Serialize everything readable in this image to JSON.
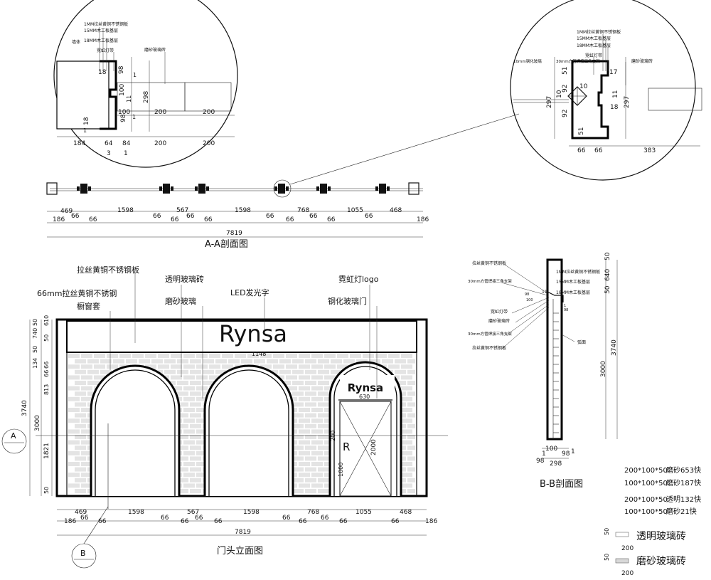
{
  "titles": {
    "aa_section": "A-A剖面图",
    "elevation": "门头立面图",
    "bb_section": "B-B剖面图"
  },
  "detail_left": {
    "labels": [
      "1MM拉丝黄铜不锈钢板",
      "15MM木工板基层",
      "18MM木工板基层",
      "墙体",
      "霓虹灯带",
      "磨砂玻璃砖"
    ],
    "dims_vertical": [
      "18",
      "98",
      "1",
      "100",
      "11",
      "298",
      "100",
      "98",
      "1",
      "18",
      "1"
    ],
    "dims_horizontal_top": [
      "200",
      "200"
    ],
    "dims_horizontal_bottom": [
      "184",
      "64",
      "84",
      "200",
      "200",
      "3",
      "1"
    ]
  },
  "detail_right": {
    "labels": [
      "1MM拉丝黄铜不锈钢板",
      "15MM木工板基层",
      "18MM木工板基层",
      "霓虹灯带",
      "10mm钢化玻璃",
      "30mm方管焊接三角支架",
      "磨砂玻璃砖"
    ],
    "dims_vertical": [
      "51",
      "92",
      "10",
      "92",
      "51",
      "297",
      "17",
      "11",
      "18",
      "297",
      "10"
    ],
    "dims_horizontal": [
      "66",
      "66",
      "383"
    ]
  },
  "aa_dims": {
    "top": [
      "469",
      "1598",
      "567",
      "1598",
      "768",
      "1055",
      "468"
    ],
    "bottom": [
      "186",
      "66",
      "66",
      "66",
      "66",
      "66",
      "66",
      "66",
      "66",
      "66",
      "66",
      "66",
      "186"
    ],
    "total": "7819"
  },
  "elevation": {
    "sign_text": "Rynsa",
    "door_logo": "Rynsa",
    "door_mark": "R",
    "callouts": [
      "拉丝黄铜不锈钢板",
      "66mm拉丝黄铜不锈钢",
      "橱窗套",
      "透明玻璃砖",
      "磨砂玻璃",
      "LED发光字",
      "霓虹灯logo",
      "钢化玻璃门"
    ],
    "inner_dims": [
      "1148",
      "630",
      "200",
      "2000",
      "1000"
    ],
    "left_dims": [
      "50",
      "740",
      "50",
      "610",
      "50",
      "134",
      "66",
      "66",
      "813",
      "3740",
      "3000",
      "1821",
      "50"
    ],
    "bottom_top": [
      "469",
      "1598",
      "567",
      "1598",
      "768",
      "1055",
      "468"
    ],
    "bottom_mid": [
      "186",
      "66",
      "66",
      "66",
      "66",
      "66",
      "66",
      "66",
      "66",
      "66",
      "66",
      "66",
      "186"
    ],
    "total": "7819",
    "section_marks": [
      "A",
      "B"
    ]
  },
  "bb_section": {
    "labels": [
      "拉丝黄铜不锈钢板",
      "1MM拉丝黄铜不锈钢板",
      "30mm方管焊接三角支架",
      "15MM木工板基层",
      "18MM木工板基层",
      "霓虹灯带",
      "磨砂玻璃砖",
      "30mm方管焊接三角支架",
      "拉丝黄铜不锈钢板",
      "弧面"
    ],
    "small_dims": [
      "11",
      "98",
      "100",
      "1",
      "98"
    ],
    "right_dims": [
      "50",
      "640",
      "50",
      "3740",
      "3000"
    ],
    "bottom_dims": [
      "1",
      "100",
      "98",
      "1",
      "98",
      "298"
    ]
  },
  "legend": {
    "quantities": [
      {
        "size": "200*100*50",
        "desc": "磨砂653快"
      },
      {
        "size": "100*100*50",
        "desc": "磨砂187快"
      },
      {
        "size": "200*100*50",
        "desc": "透明132快"
      },
      {
        "size": "100*100*50",
        "desc": "磨砂21快"
      }
    ],
    "swatches": [
      {
        "h": "50",
        "w": "200",
        "name": "透明玻璃砖"
      },
      {
        "h": "50",
        "w": "200",
        "name": "磨砂玻璃砖"
      }
    ]
  }
}
